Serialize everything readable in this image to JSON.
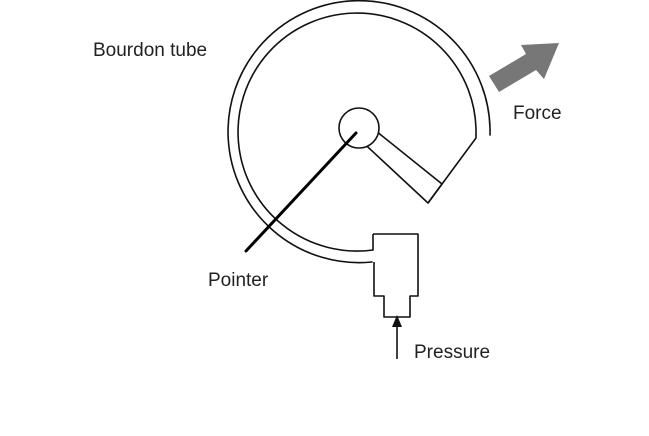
{
  "diagram": {
    "labels": {
      "bourdon_tube": "Bourdon tube",
      "force": "Force",
      "pointer": "Pointer",
      "pressure": "Pressure"
    },
    "colors": {
      "line": "#111111",
      "force_arrow": "#777777",
      "background": "#ffffff"
    }
  }
}
